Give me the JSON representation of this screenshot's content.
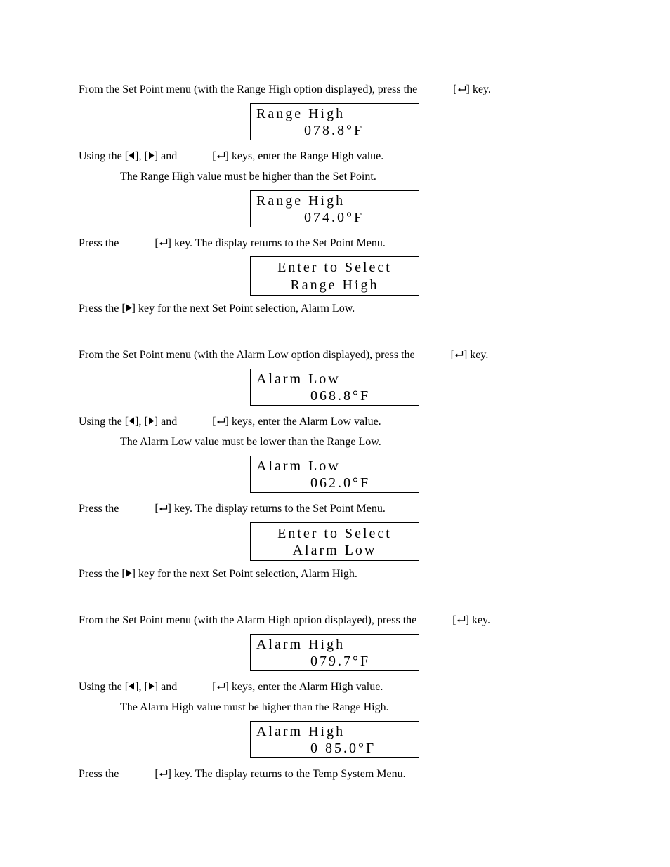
{
  "sections": [
    {
      "intro": {
        "before": "From the Set Point menu (with the Range High option displayed), press the",
        "after": "key."
      },
      "display1": {
        "row1": "Range High",
        "row2": "078.8°F"
      },
      "using": {
        "prefix": "Using the [",
        "mid1": "], [",
        "mid2": "] and",
        "after": "keys, enter the Range High value."
      },
      "note": "The Range High value must be higher than the Set Point.",
      "display2": {
        "row1": "Range High",
        "row2": "074.0°F"
      },
      "press": {
        "before": "Press the",
        "after": "key. The display returns to the Set Point Menu."
      },
      "display3": {
        "row1": "Enter to Select",
        "row2": "Range High"
      },
      "next": {
        "before": "Press the [",
        "after": "] key for the next Set Point selection, Alarm Low."
      }
    },
    {
      "intro": {
        "before": "From the Set Point menu (with the Alarm Low option displayed), press the",
        "after": "key."
      },
      "display1": {
        "row1": "Alarm Low",
        "row2": "068.8°F"
      },
      "using": {
        "prefix": "Using the [",
        "mid1": "], [",
        "mid2": "] and",
        "after": "keys, enter the Alarm Low value."
      },
      "note": "The Alarm Low value must be lower than the Range Low.",
      "display2": {
        "row1": "Alarm Low",
        "row2": "062.0°F"
      },
      "press": {
        "before": "Press the",
        "after": "key. The display returns to the Set Point Menu."
      },
      "display3": {
        "row1": "Enter to Select",
        "row2": "Alarm Low"
      },
      "next": {
        "before": "Press the [",
        "after": "] key for the next Set Point selection, Alarm High."
      }
    },
    {
      "intro": {
        "before": "From the Set Point menu (with the Alarm High option displayed), press the",
        "after": "key."
      },
      "display1": {
        "row1": "Alarm High",
        "row2": "079.7°F"
      },
      "using": {
        "prefix": "Using the [",
        "mid1": "], [",
        "mid2": "] and",
        "after": "keys, enter the Alarm High value."
      },
      "note": "The Alarm High value must be higher than the Range High.",
      "display2": {
        "row1": "Alarm High",
        "row2": "0 85.0°F"
      },
      "press": {
        "before": "Press the",
        "after": "key. The display returns to the Temp System Menu."
      }
    }
  ],
  "icons": {
    "enter": "enter-key-icon",
    "left": "left-arrow-key-icon",
    "right": "right-arrow-key-icon"
  }
}
